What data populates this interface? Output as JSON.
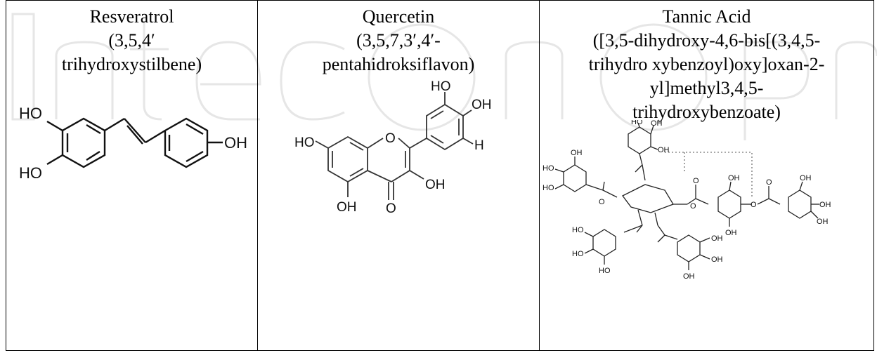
{
  "compounds": [
    {
      "name": "Resveratrol",
      "iupac_lines": [
        "(3,5,4′",
        "trihydroxystilbene)"
      ],
      "labels": {
        "ho_top": "HO",
        "ho_bottom": "HO",
        "oh": "OH"
      }
    },
    {
      "name": "Quercetin",
      "iupac_lines": [
        "(3,5,7,3′,4′-",
        "pentahidroksiflavon)"
      ],
      "labels": {
        "ho_top": "HO",
        "oh_top": "OH",
        "h": "H",
        "ho_left": "HO",
        "o_ring": "O",
        "oh_right": "OH",
        "oh_bottom": "OH",
        "o_carbonyl": "O"
      }
    },
    {
      "name": "Tannic Acid",
      "iupac_lines": [
        "([3,5-dihydroxy-4,6-bis[(3,4,5-",
        "trihydro xybenzoyl)oxy]oxan-2-",
        "yl]methyl3,4,5-",
        "trihydroxybenzoate)"
      ],
      "labels": {
        "ho": "HO",
        "oh": "OH",
        "o": "O"
      }
    }
  ]
}
